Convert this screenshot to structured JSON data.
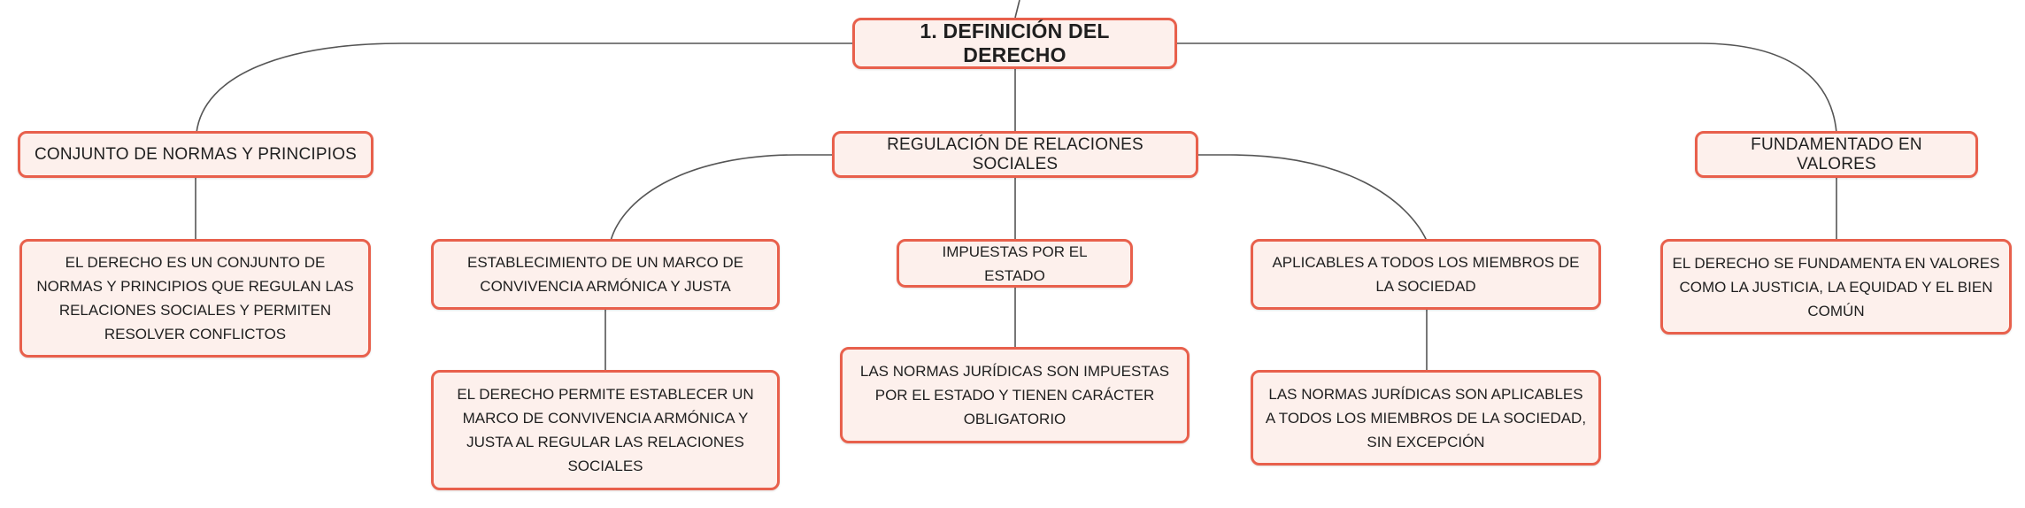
{
  "diagram": {
    "root": "1. DEFINICIÓN DEL DERECHO",
    "branches": [
      {
        "label": "CONJUNTO DE NORMAS Y PRINCIPIOS",
        "children": [
          "EL DERECHO ES UN CONJUNTO DE NORMAS Y PRINCIPIOS QUE REGULAN LAS RELACIONES SOCIALES Y PERMITEN RESOLVER CONFLICTOS"
        ]
      },
      {
        "label": "REGULACIÓN DE RELACIONES SOCIALES",
        "children": [
          {
            "label": "ESTABLECIMIENTO DE UN MARCO DE CONVIVENCIA ARMÓNICA Y JUSTA",
            "detail": "EL DERECHO PERMITE ESTABLECER UN MARCO DE CONVIVENCIA ARMÓNICA Y JUSTA AL REGULAR LAS RELACIONES SOCIALES"
          },
          {
            "label": "IMPUESTAS POR EL ESTADO",
            "detail": "LAS NORMAS JURÍDICAS SON IMPUESTAS POR EL ESTADO Y TIENEN CARÁCTER OBLIGATORIO"
          },
          {
            "label": "APLICABLES A TODOS LOS MIEMBROS DE LA SOCIEDAD",
            "detail": "LAS NORMAS JURÍDICAS SON APLICABLES A TODOS LOS MIEMBROS DE LA SOCIEDAD, SIN EXCEPCIÓN"
          }
        ]
      },
      {
        "label": "FUNDAMENTADO EN VALORES",
        "children": [
          "EL DERECHO SE FUNDAMENTA EN VALORES COMO LA JUSTICIA, LA EQUIDAD Y EL BIEN COMÚN"
        ]
      }
    ]
  },
  "colors": {
    "node_border": "#e8604c",
    "node_fill": "#fdf0ec",
    "connector": "#555555",
    "text": "#1f1f1f"
  }
}
